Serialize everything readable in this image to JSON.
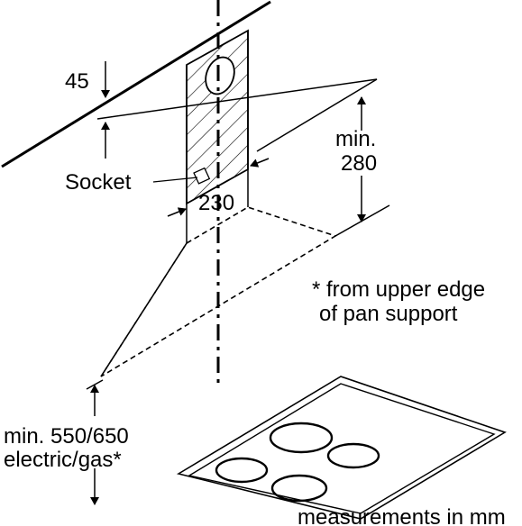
{
  "labels": {
    "wall_gap": "45",
    "socket": "Socket",
    "min_height_line1": "min.",
    "min_height_line2": "280",
    "duct_width": "230",
    "note_line1": "* from upper edge",
    "note_line2": "of pan support",
    "clearance_line1": "min. 550/650",
    "clearance_line2": "electric/gas*",
    "units": "measurements in mm"
  }
}
